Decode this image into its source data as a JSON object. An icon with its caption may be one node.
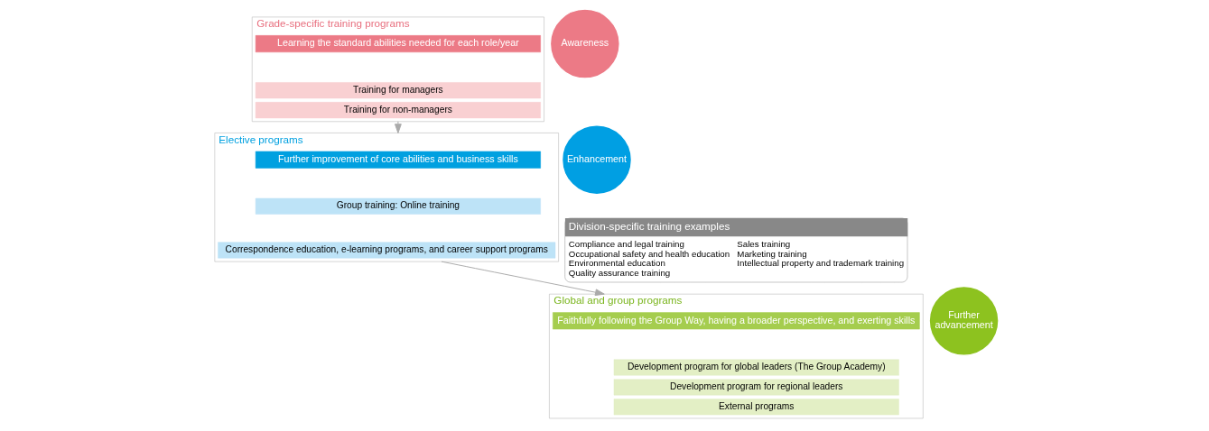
{
  "diagram": {
    "nodes": [
      {
        "text": [
          "Grade-specific training programs"
        ]
      },
      {
        "text": [
          "Learning the standard abilities needed for each role/year"
        ],
        "in": 0
      },
      {
        "text": [
          "Training for managers"
        ],
        "in": 0
      },
      {
        "text": [
          "Training for non-managers"
        ],
        "in": 0
      },
      {
        "text": [
          "Awareness"
        ]
      },
      {
        "text": [
          "Elective programs"
        ]
      },
      {
        "text": [
          "Further improvement of core abilities and business skills"
        ],
        "in": 5
      },
      {
        "text": [
          "Group training: Online training"
        ],
        "in": 5
      },
      {
        "text": [
          "Correspondence education, e-learning programs, and career support programs"
        ],
        "in": 5
      },
      {
        "text": [
          "Enhancement"
        ]
      },
      {
        "text": [
          "Division-specific training examples",
          "Compliance and legal training",
          "Occupational safety and health education",
          "Environmental education",
          "Quality assurance training",
          "Sales training",
          "Marketing training",
          "Intellectual property and trademark training"
        ]
      },
      {
        "text": [
          "Global and group programs"
        ]
      },
      {
        "text": [
          "Faithfully following the Group Way, having a broader perspective, and exerting skills"
        ],
        "in": 11
      },
      {
        "text": [
          "Development program for global leaders (The Group Academy)"
        ],
        "in": 11
      },
      {
        "text": [
          "Development program for regional leaders"
        ],
        "in": 11
      },
      {
        "text": [
          "External programs"
        ],
        "in": 11
      },
      {
        "text": [
          "Further advancement"
        ]
      }
    ],
    "edges": [
      {
        "from": 0,
        "to": 5,
        "arrow": "to"
      },
      {
        "from": 5,
        "to": 11,
        "arrow": "to"
      }
    ]
  }
}
